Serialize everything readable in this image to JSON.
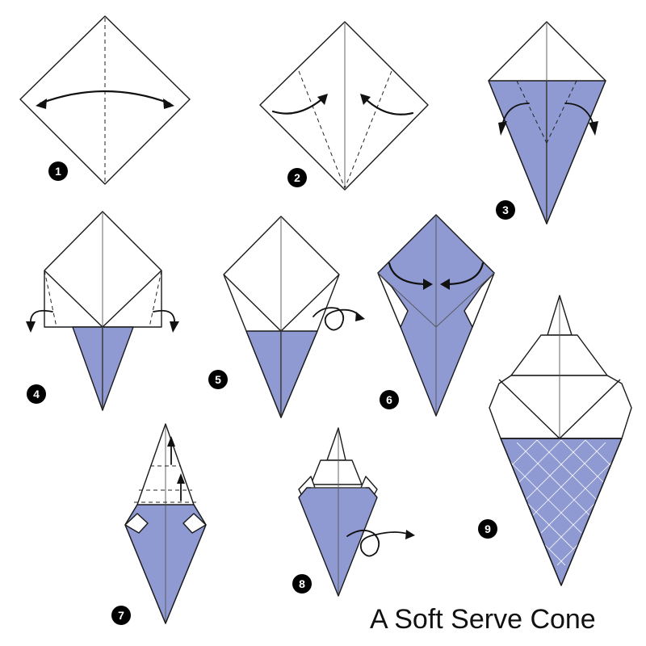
{
  "title": "A Soft Serve Cone",
  "colors": {
    "paper_back": "#8f99d2",
    "paper_front": "#ffffff",
    "line": "#1a1a1a"
  },
  "steps": [
    {
      "number": "1"
    },
    {
      "number": "2"
    },
    {
      "number": "3"
    },
    {
      "number": "4"
    },
    {
      "number": "5"
    },
    {
      "number": "6"
    },
    {
      "number": "7"
    },
    {
      "number": "8"
    },
    {
      "number": "9"
    }
  ]
}
